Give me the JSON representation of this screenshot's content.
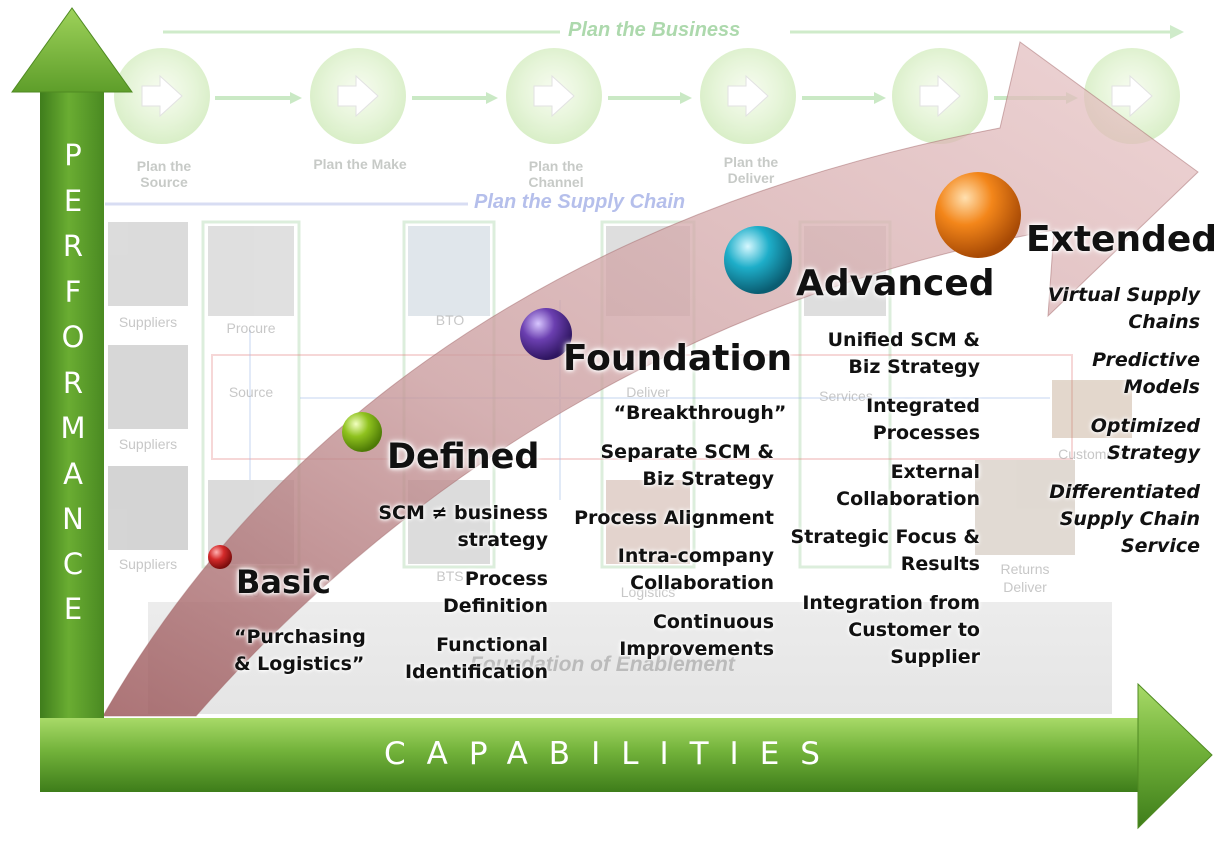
{
  "axes": {
    "vertical_label": [
      "P",
      "E",
      "R",
      "F",
      "O",
      "R",
      "M",
      "A",
      "N",
      "C",
      "E"
    ],
    "horizontal_label": "CAPABILITIES"
  },
  "background": {
    "plan_business": "Plan the Business",
    "plan_supply_chain": "Plan the Supply Chain",
    "foundation_enablement": "Foundation of Enablement",
    "process_steps": [
      "Plan the Source",
      "Plan the Make",
      "Plan the Channel",
      "Plan the Deliver"
    ],
    "labels": {
      "suppliers1": "Suppliers",
      "suppliers2": "Suppliers",
      "suppliers3": "Suppliers",
      "procure": "Procure",
      "source": "Source",
      "bto": "BTO",
      "bts": "BTS",
      "deliver": "Deliver",
      "logistics": "Logistics",
      "services": "Services",
      "customers": "Customers",
      "returns_deliver": "Returns Deliver",
      "lo": "Lo"
    }
  },
  "stages": [
    {
      "name": "Basic",
      "color": "#d42a2a",
      "items": [
        "“Purchasing & Logistics”"
      ]
    },
    {
      "name": "Defined",
      "color": "#8fc21e",
      "items": [
        "SCM ≠ business strategy",
        "Process Definition",
        "Functional Identification"
      ]
    },
    {
      "name": "Foundation",
      "color": "#6b3fb0",
      "items": [
        "“Breakthrough”",
        "Separate SCM & Biz Strategy",
        "Process Alignment",
        "Intra-company Collaboration",
        "Continuous Improvements"
      ]
    },
    {
      "name": "Advanced",
      "color": "#1eaec9",
      "items": [
        "Unified SCM & Biz Strategy",
        "Integrated Processes",
        "External Collaboration",
        "Strategic Focus & Results",
        "Integration from Customer to Supplier"
      ]
    },
    {
      "name": "Extended",
      "color": "#f3861a",
      "items": [
        "Virtual Supply Chains",
        "Predictive Models",
        "Optimized Strategy",
        "Differentiated Supply Chain Service"
      ]
    }
  ]
}
